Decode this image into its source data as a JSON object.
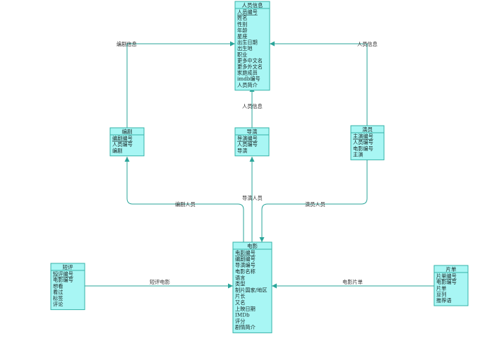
{
  "colors": {
    "entity_fill": "#a8f6f4",
    "entity_border": "#36b3a9",
    "connector": "#2aa59a"
  },
  "entities": {
    "person": {
      "title": "人员信息",
      "attributes": [
        "人员编号",
        "姓名",
        "性别",
        "年龄",
        "星座",
        "出生日期",
        "出生地",
        "职业",
        "更多中文名",
        "更多外文名",
        "家庭成员",
        "imdb编号",
        "人员简介"
      ]
    },
    "screenwriter": {
      "title": "编剧",
      "attributes": [
        "编剧编号",
        "人员编号",
        "编剧"
      ]
    },
    "director": {
      "title": "导演",
      "attributes": [
        "导演编号",
        "人员编号",
        "导演"
      ]
    },
    "actor": {
      "title": "演员",
      "attributes": [
        "主演编号",
        "人员编号",
        "电影编号",
        "主演"
      ]
    },
    "movie": {
      "title": "电影",
      "attributes": [
        "电影编号",
        "编剧编号",
        "导演编号",
        "电影名称",
        "语言",
        "类型",
        "制片国家/地区",
        "片长",
        "又名",
        "上映日期",
        "IMDb",
        "评分",
        "剧情简介"
      ]
    },
    "review": {
      "title": "短评",
      "attributes": [
        "短评编号",
        "电影编号",
        "想看",
        "看过",
        "标签",
        "评论"
      ]
    },
    "playlist": {
      "title": "片单",
      "attributes": [
        "片单编号",
        "电影编号",
        "片单",
        "豆列",
        "推荐语"
      ]
    }
  },
  "relations": {
    "screenwriter_person": "编剧信息",
    "director_person": "人员信息",
    "actor_person": "人员信息",
    "movie_screenwriter": "编剧人员",
    "movie_director": "导演人员",
    "movie_actor": "演员人员",
    "review_movie": "短评电影",
    "playlist_movie": "电影片单"
  }
}
